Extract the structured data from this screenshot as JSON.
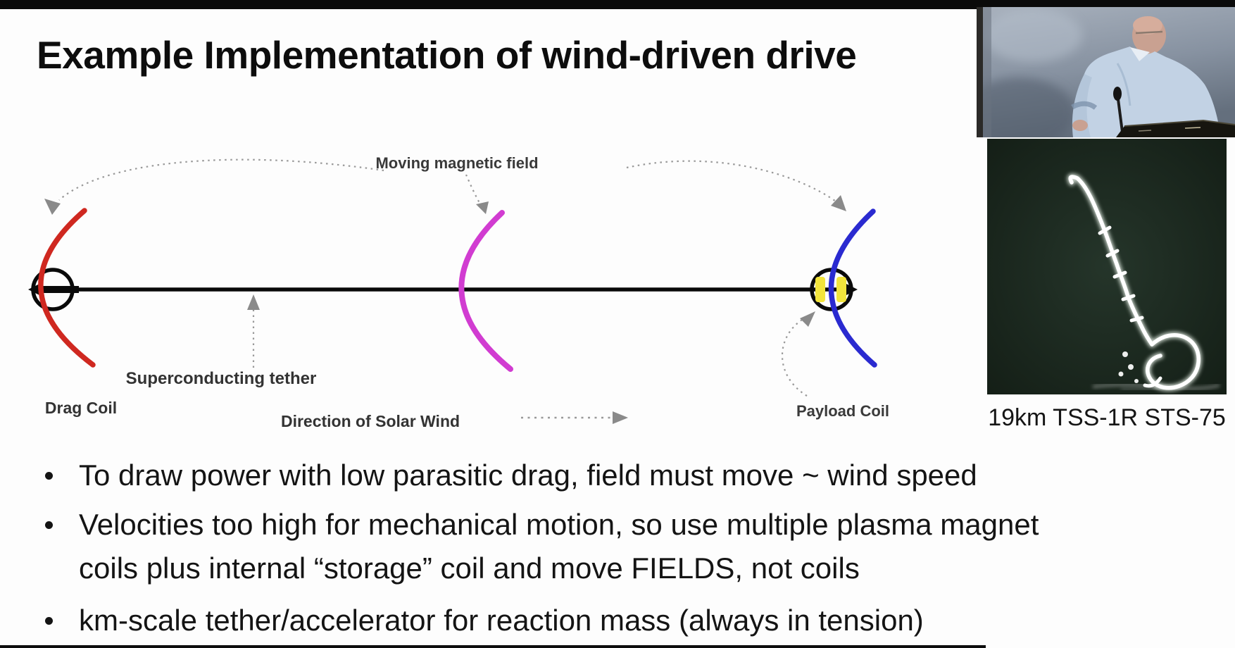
{
  "slide": {
    "title": "Example Implementation of wind-driven drive",
    "diagram": {
      "labels": {
        "moving_magnetic_field": "Moving magnetic field",
        "superconducting_tether": "Superconducting tether",
        "drag_coil": "Drag Coil",
        "direction_of_solar_wind": "Direction of Solar Wind",
        "payload_coil": "Payload Coil"
      },
      "colors": {
        "drag_coil_arc": "#cf2820",
        "field_arc": "#d13cd1",
        "payload_arc": "#2a2ad0",
        "tether": "#0a0a0a",
        "coil_marker": "#f2e43c",
        "pointer_gray": "#999999",
        "pointer_head": "#8a8a8a"
      }
    },
    "bullets": [
      {
        "text": "To draw power with low parasitic drag, field must move ~ wind speed"
      },
      {
        "text": "Velocities too high for mechanical motion, so use multiple plasma magnet coils plus internal “storage” coil and move FIELDS, not coils"
      },
      {
        "text": "km-scale tether/accelerator for reaction mass (always in tension)"
      }
    ],
    "photo_caption": "19km TSS-1R STS-75"
  }
}
